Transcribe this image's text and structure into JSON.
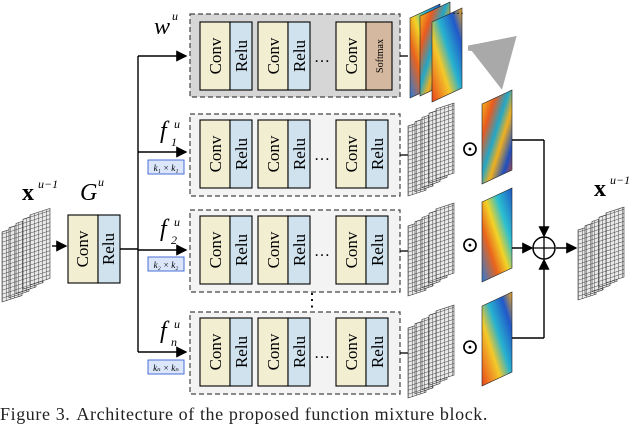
{
  "labels": {
    "input": "x",
    "input_sup": "u−1",
    "output": "x",
    "output_sup": "u−1",
    "gating": "G",
    "gating_sup": "u",
    "weight": "w",
    "weight_sup": "u",
    "f_main": "f",
    "f_sup": "u",
    "f1_sub": "1",
    "f2_sub": "2",
    "fn_sub": "n",
    "conv": "Conv",
    "relu": "Relu",
    "softmax": "Softmax",
    "dots": "…",
    "vdots": "⋮",
    "odot": "⊙",
    "kernel_1": "k₁ × k₁",
    "kernel_2": "k₂ × k₂",
    "kernel_n": "kₙ × kₙ"
  },
  "caption": {
    "prefix": "Figure 3.",
    "text": "Architecture of the proposed function mixture block."
  },
  "colors": {
    "conv_fill": "#f2eed2",
    "relu_fill": "#cfe2ee",
    "softmax_fill": "#d4b9a0",
    "weight_box_fill": "#d6d6d6",
    "branch_box_fill": "#f3f3f3",
    "kernel_fill": "#dbe6fb",
    "kernel_stroke": "#4a6fd6"
  }
}
